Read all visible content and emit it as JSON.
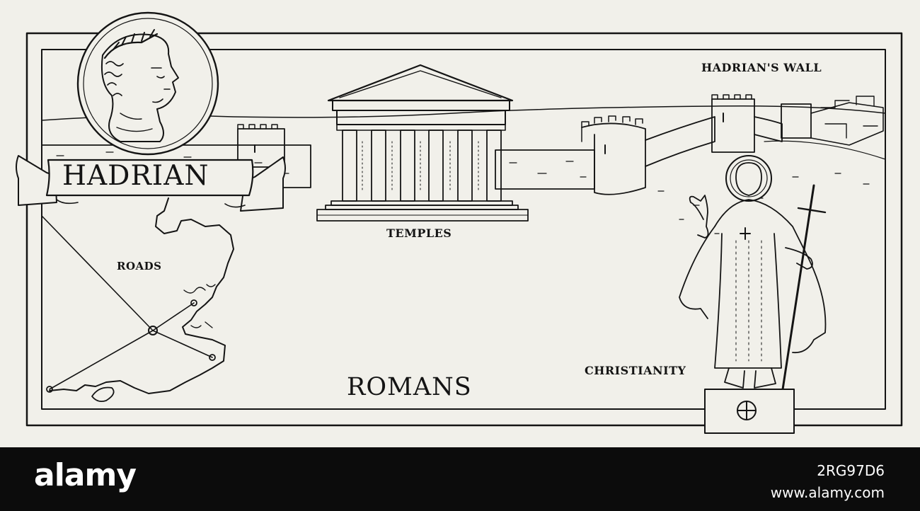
{
  "title_banner": "HADRIAN",
  "labels": {
    "hadrians_wall": "HADRIAN'S WALL",
    "temples": "TEMPLES",
    "roads": "ROADS",
    "christianity": "CHRISTIANITY",
    "romans": "ROMANS"
  },
  "watermark": {
    "logo": "alamy",
    "image_id": "2RG97D6",
    "site": "www.alamy.com"
  },
  "colors": {
    "ink": "#141414",
    "paper": "#f1f0ea",
    "watermark_bar": "#0c0c0c"
  },
  "icons": [
    "hadrian-portrait-medallion",
    "temple-icon",
    "hadrians-wall-illustration",
    "britain-roads-map",
    "saint-statue-illustration",
    "christian-symbol-icon"
  ]
}
